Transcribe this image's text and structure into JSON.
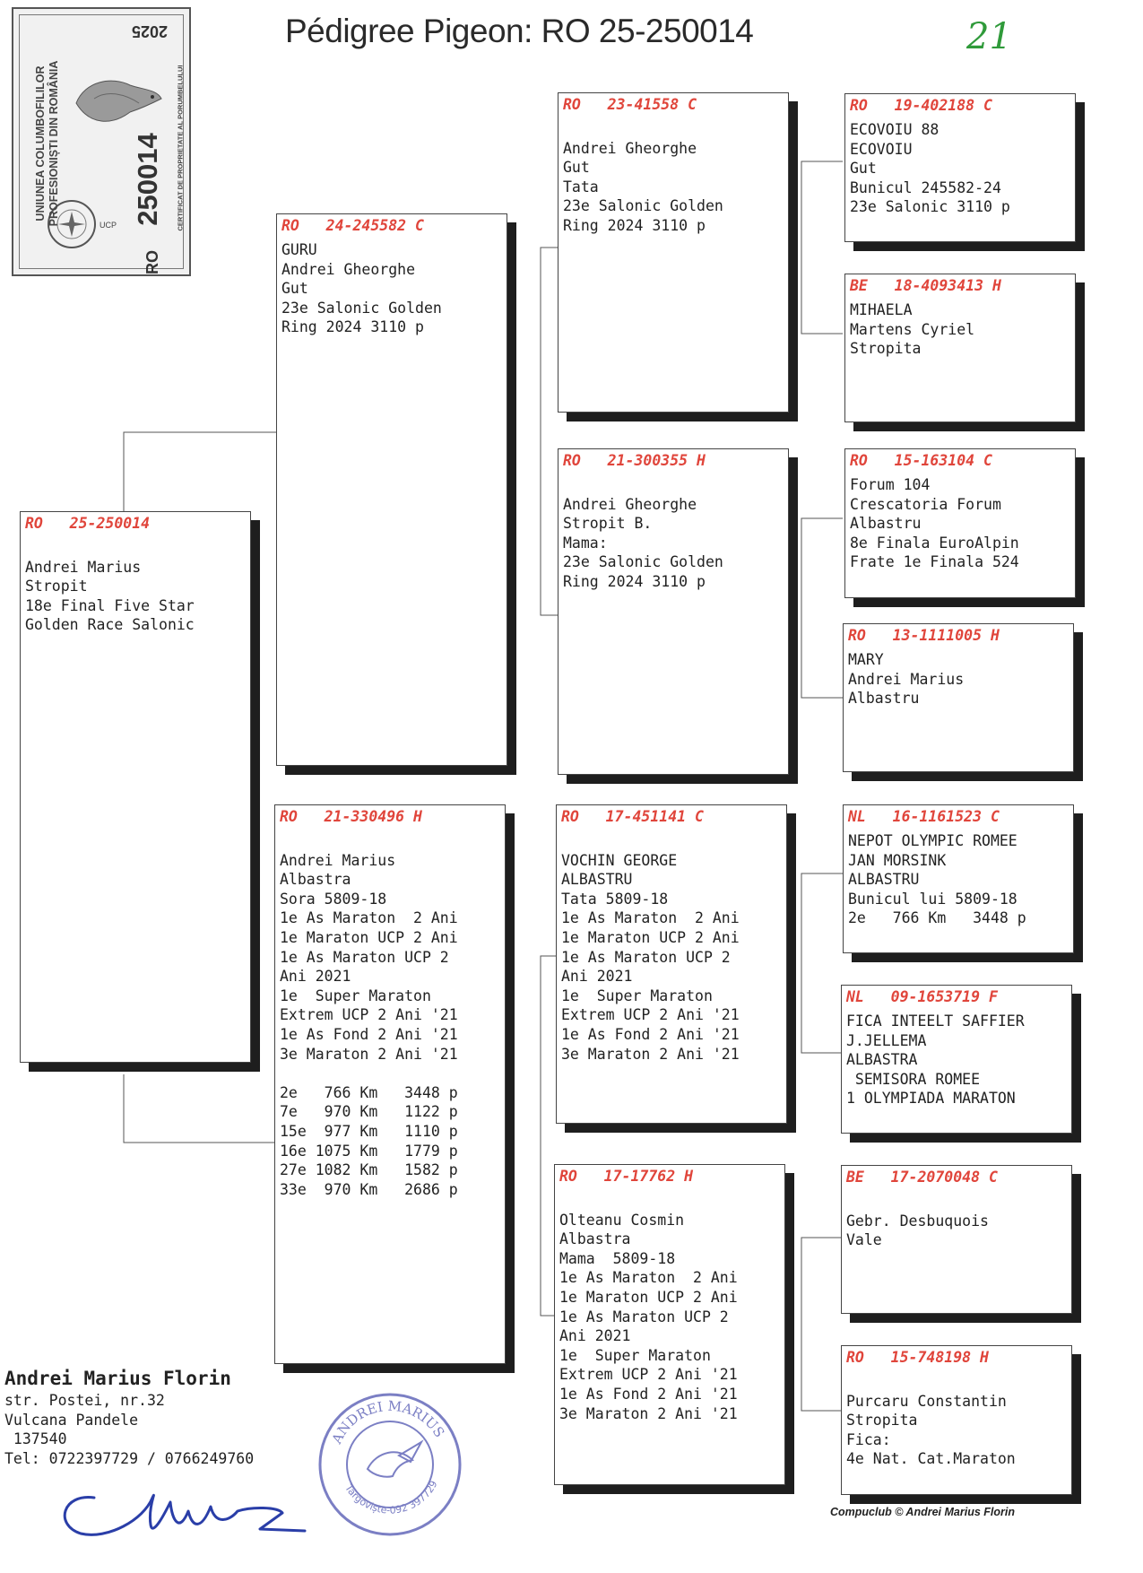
{
  "title": "Pédigree Pigeon: RO  25-250014",
  "handwritten_number": "21",
  "registration_stamp": {
    "organization_line1": "UNIUNEA COLUMBOFILILOR",
    "organization_line2": "PROFESIONIȘTI DIN ROMÂNIA",
    "certificate_text": "CERTIFICAT DE PROPRIETATE AL PORUMBELULUI",
    "number": "250014",
    "country": "RO",
    "year": "2025",
    "emblem_text": "UCP"
  },
  "pedigree": [
    {
      "ring": "RO   25-250014",
      "lines": [
        "",
        "Andrei Marius",
        "Stropit",
        "18e Final Five Star",
        "Golden Race Salonic"
      ]
    },
    {
      "ring": "RO   24-245582 C",
      "lines": [
        "GURU",
        "Andrei Gheorghe",
        "Gut",
        "23e Salonic Golden",
        "Ring 2024 3110 p"
      ]
    },
    {
      "ring": "RO   21-330496 H",
      "lines": [
        "",
        "Andrei Marius",
        "Albastra",
        "Sora 5809-18",
        "1e As Maraton  2 Ani",
        "1e Maraton UCP 2 Ani",
        "1e As Maraton UCP 2",
        "Ani 2021",
        "1e  Super Maraton",
        "Extrem UCP 2 Ani '21",
        "1e As Fond 2 Ani '21",
        "3e Maraton 2 Ani '21",
        "",
        "2e   766 Km   3448 p",
        "7e   970 Km   1122 p",
        "15e  977 Km   1110 p",
        "16e 1075 Km   1779 p",
        "27e 1082 Km   1582 p",
        "33e  970 Km   2686 p"
      ]
    },
    {
      "ring": "RO   23-41558 C",
      "lines": [
        "",
        "Andrei Gheorghe",
        "Gut",
        "Tata",
        "23e Salonic Golden",
        "Ring 2024 3110 p"
      ]
    },
    {
      "ring": "RO   21-300355 H",
      "lines": [
        "",
        "Andrei Gheorghe",
        "Stropit B.",
        "Mama:",
        "23e Salonic Golden",
        "Ring 2024 3110 p"
      ]
    },
    {
      "ring": "RO   17-451141 C",
      "lines": [
        "",
        "VOCHIN GEORGE",
        "ALBASTRU",
        "Tata 5809-18",
        "1e As Maraton  2 Ani",
        "1e Maraton UCP 2 Ani",
        "1e As Maraton UCP 2",
        "Ani 2021",
        "1e  Super Maraton",
        "Extrem UCP 2 Ani '21",
        "1e As Fond 2 Ani '21",
        "3e Maraton 2 Ani '21"
      ]
    },
    {
      "ring": "RO   17-17762 H",
      "lines": [
        "",
        "Olteanu Cosmin",
        "Albastra",
        "Mama  5809-18",
        "1e As Maraton  2 Ani",
        "1e Maraton UCP 2 Ani",
        "1e As Maraton UCP 2",
        "Ani 2021",
        "1e  Super Maraton",
        "Extrem UCP 2 Ani '21",
        "1e As Fond 2 Ani '21",
        "3e Maraton 2 Ani '21"
      ]
    },
    {
      "ring": "RO   19-402188 C",
      "lines": [
        "ECOVOIU 88",
        "ECOVOIU",
        "Gut",
        "Bunicul 245582-24",
        "23e Salonic 3110 p"
      ]
    },
    {
      "ring": "BE   18-4093413 H",
      "lines": [
        "MIHAELA",
        "Martens Cyriel",
        "Stropita"
      ]
    },
    {
      "ring": "RO   15-163104 C",
      "lines": [
        "Forum 104",
        "Crescatoria Forum",
        "Albastru",
        "8e Finala EuroAlpin",
        "Frate 1e Finala 524"
      ]
    },
    {
      "ring": "RO   13-1111005 H",
      "lines": [
        "MARY",
        "Andrei Marius",
        "Albastru"
      ]
    },
    {
      "ring": "NL   16-1161523 C",
      "lines": [
        "NEPOT OLYMPIC ROMEE",
        "JAN MORSINK",
        "ALBASTRU",
        "Bunicul lui 5809-18",
        "2e   766 Km   3448 p"
      ]
    },
    {
      "ring": "NL   09-1653719 F",
      "lines": [
        "FICA INTEELT SAFFIER",
        "J.JELLEMA",
        "ALBASTRA",
        " SEMISORA ROMEE",
        "1 OLYMPIADA MARATON"
      ]
    },
    {
      "ring": "BE   17-2070048 C",
      "lines": [
        "",
        "Gebr. Desbuquois",
        "Vale"
      ]
    },
    {
      "ring": "RO   15-748198 H",
      "lines": [
        "",
        "Purcaru Constantin",
        "Stropita",
        "Fica:",
        "4e Nat. Cat.Maraton"
      ]
    }
  ],
  "owner": {
    "name": "Andrei Marius Florin",
    "address1": "str. Postei, nr.32",
    "address2": "Vulcana Pandele",
    "postal": " 137540",
    "phone": "Tel: 0722397729 / 0766249760"
  },
  "seal": {
    "name": "ANDREI MARIUS",
    "location": "Târgoviște-092 397729"
  },
  "credit": "Compuclub © Andrei Marius Florin"
}
